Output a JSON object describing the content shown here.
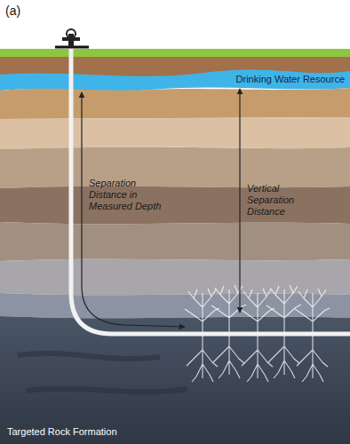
{
  "diagram": {
    "labels": [
      "(a)",
      "Drinking Water Resource",
      "Separation Distance in Measured Depth",
      "Vertical Separation Distance",
      "Targeted Rock Formation"
    ]
  }
}
